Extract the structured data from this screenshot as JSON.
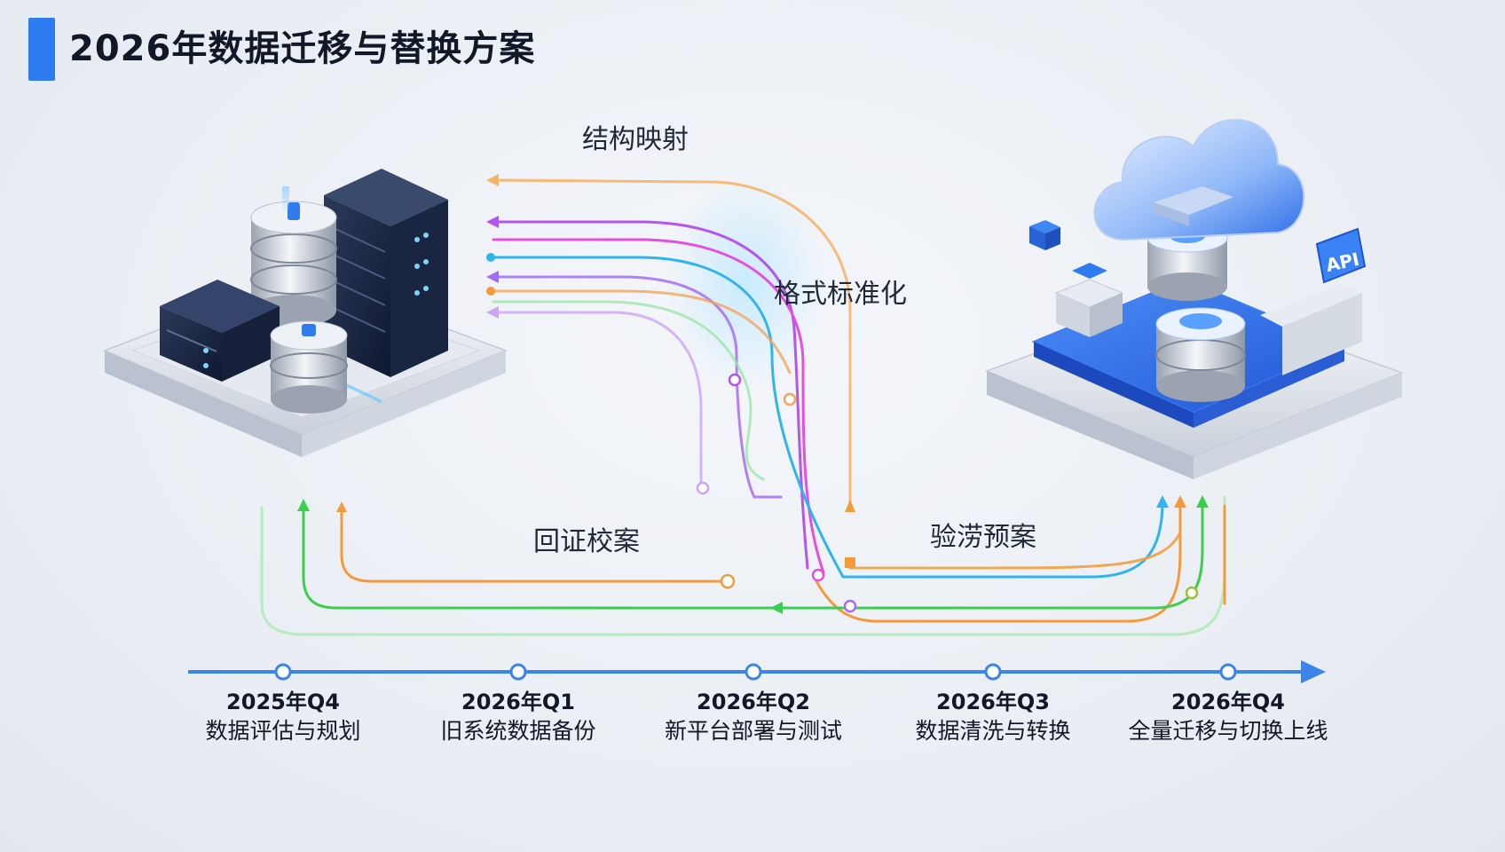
{
  "title": "2026年数据迁移与替换方案",
  "colors": {
    "accent": "#2f7bf0",
    "orange": "#f59a3a",
    "green": "#3ad04e",
    "light_green": "#9ee6a8",
    "purple": "#b455f0",
    "magenta": "#e44fe0",
    "cyan": "#2fb4ec",
    "light_purple": "#c8a6f5",
    "timeline": "#3a84ea"
  },
  "flow_labels": {
    "structure_mapping": "结构映射",
    "format_standardization": "格式标准化",
    "verification": "回证校案",
    "contingency": "验涝预案"
  },
  "icons": {
    "legacy": "legacy-server-stack-icon",
    "cloud": "cloud-platform-icon",
    "api": "API"
  },
  "timeline": {
    "milestones": [
      {
        "period": "2025年Q4",
        "task": "数据评估与规划"
      },
      {
        "period": "2026年Q1",
        "task": "旧系统数据备份"
      },
      {
        "period": "2026年Q2",
        "task": "新平台部署与测试"
      },
      {
        "period": "2026年Q3",
        "task": "数据清洗与转换"
      },
      {
        "period": "2026年Q4",
        "task": "全量迁移与切换上线"
      }
    ]
  }
}
